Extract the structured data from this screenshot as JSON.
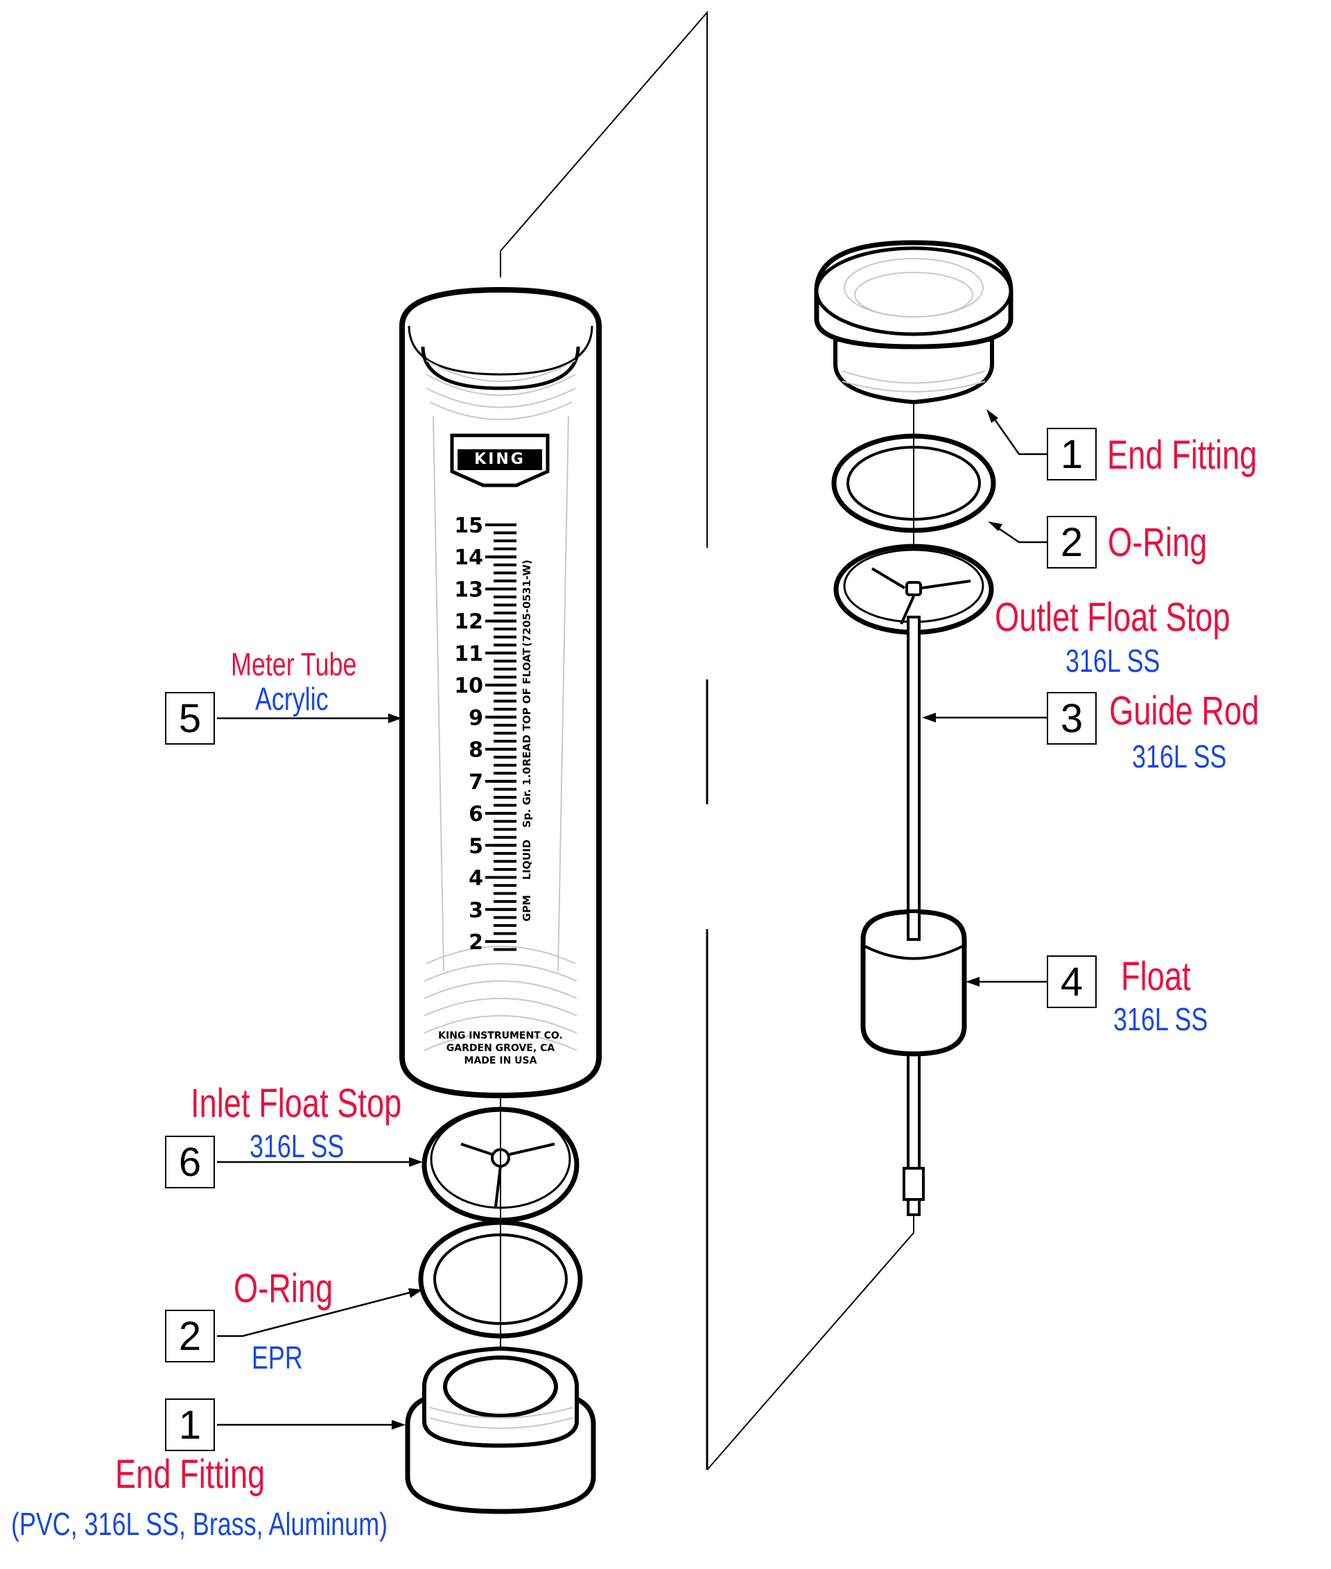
{
  "diagram": {
    "title": "Flowmeter exploded parts diagram",
    "colors": {
      "name": "#e8113f",
      "material": "#1748e0",
      "line": "#000000"
    },
    "parts": [
      {
        "id": "end-fitting-top",
        "number": "1",
        "name": "End Fitting",
        "material": ""
      },
      {
        "id": "o-ring-top",
        "number": "2",
        "name": "O-Ring",
        "material": ""
      },
      {
        "id": "outlet-float-stop",
        "number": "",
        "name": "Outlet Float Stop",
        "material": "316L SS"
      },
      {
        "id": "guide-rod",
        "number": "3",
        "name": "Guide Rod",
        "material": "316L SS"
      },
      {
        "id": "float",
        "number": "4",
        "name": "Float",
        "material": "316L SS"
      },
      {
        "id": "meter-tube",
        "number": "5",
        "name": "Meter Tube",
        "material": "Acrylic"
      },
      {
        "id": "inlet-float-stop",
        "number": "6",
        "name": "Inlet Float Stop",
        "material": "316L SS"
      },
      {
        "id": "o-ring-bottom",
        "number": "2",
        "name": "O-Ring",
        "material": "EPR"
      },
      {
        "id": "end-fitting-bottom",
        "number": "1",
        "name": "End Fitting",
        "material": "(PVC, 316L SS, Brass, Aluminum)"
      }
    ],
    "tube": {
      "brand": "KING",
      "scale": [
        "15",
        "14",
        "13",
        "12",
        "11",
        "10",
        "9",
        "8",
        "7",
        "6",
        "5",
        "4",
        "3",
        "2"
      ],
      "scale_side_text": [
        "GPM",
        "LIQUID",
        "Sp. Gr. 1.0",
        "READ TOP OF FLOAT",
        "(7205-0531-W)"
      ],
      "base_text": [
        "KING INSTRUMENT CO.",
        "GARDEN GROVE, CA",
        "MADE IN USA"
      ]
    }
  }
}
